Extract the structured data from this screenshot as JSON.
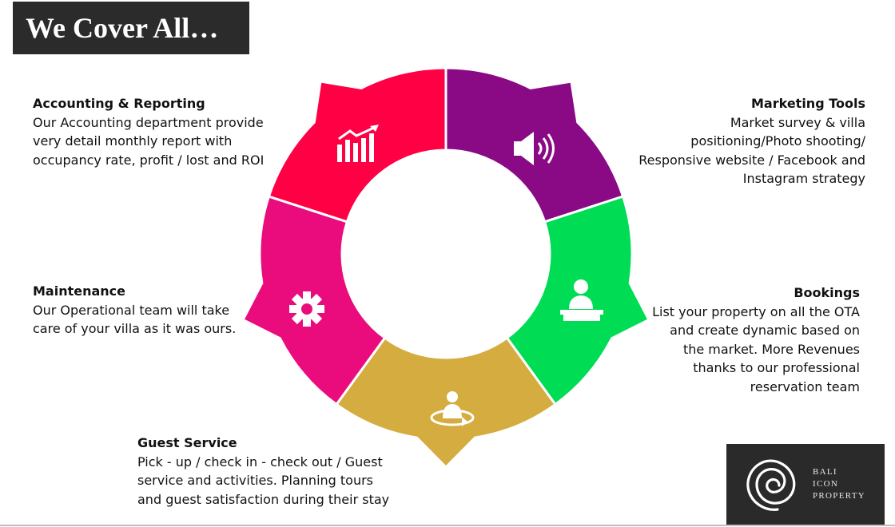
{
  "title": "We Cover All…",
  "sections": {
    "accounting": {
      "heading": "Accounting & Reporting",
      "lines": [
        "Our Accounting department provide",
        "very detail monthly report with",
        "occupancy rate, profit / lost and ROI"
      ],
      "color": "#ff0044",
      "icon": "chart-growth-icon"
    },
    "marketing": {
      "heading": "Marketing Tools",
      "lines": [
        "Market survey & villa",
        "positioning/Photo shooting/",
        "Responsive website / Facebook and",
        "Instagram  strategy"
      ],
      "color": "#8a0a86",
      "icon": "megaphone-icon"
    },
    "bookings": {
      "heading": "Bookings",
      "lines": [
        "List your property on all the OTA",
        "and create dynamic based on",
        "the market. More Revenues",
        "thanks to our professional",
        "reservation team"
      ],
      "color": "#00dd55",
      "icon": "reception-desk-icon"
    },
    "guest": {
      "heading": "Guest Service",
      "lines": [
        "Pick - up / check in - check out / Guest",
        "service and activities. Planning tours",
        "and guest satisfaction during their stay"
      ],
      "color": "#d4ac3f",
      "icon": "guest-circle-icon"
    },
    "maintenance": {
      "heading": "Maintenance",
      "lines": [
        "Our Operational team will take",
        "care of your villa as it was ours."
      ],
      "color": "#ea0c7d",
      "icon": "gear-icon"
    }
  },
  "logo": {
    "lines": [
      "BALI",
      "ICON",
      "PROPERTY"
    ],
    "icon": "spiral-logo-icon"
  }
}
